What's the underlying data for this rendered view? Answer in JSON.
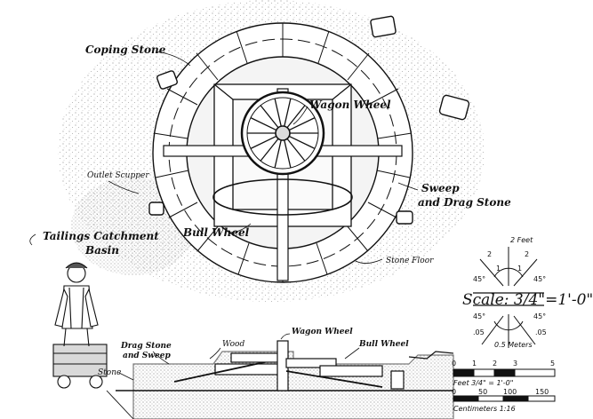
{
  "labels": {
    "coping_stone": "Coping Stone",
    "wagon_wheel": "Wagon Wheel",
    "outlet_scupper": "Outlet Scupper",
    "sweep_and_drag_stone_1": "Sweep",
    "sweep_and_drag_stone_2": "and Drag Stone",
    "tailings_1": "Tailings Catchment",
    "tailings_2": "Basin",
    "bull_wheel": "Bull Wheel",
    "stone_floor": "Stone Floor",
    "section_drag_1": "Drag Stone",
    "section_drag_2": "and Sweep",
    "section_wood": "Wood",
    "section_wagon_wheel": "Wagon Wheel",
    "section_bull_wheel": "Bull Wheel",
    "section_stone": "Stone"
  },
  "scale": {
    "title": "Scale: 3/4\"=1'-0\"",
    "feet_top": "2 Feet",
    "meters_bottom": "0.5 Meters",
    "tick_2_left": "2",
    "tick_2_right": "2",
    "tick_1_left": "1",
    "tick_1_right": "1",
    "deg_45_tl": "45°",
    "deg_45_tr": "45°",
    "deg_45_bl": "45°",
    "deg_45_br": "45°",
    "tick_05_left": ".05",
    "tick_05_right": ".05"
  },
  "ruler": {
    "feet_ticks": [
      "0",
      "1",
      "2",
      "3",
      "5"
    ],
    "feet_caption": "Feet 3/4\" = 1'-0\"",
    "cm_ticks": [
      "0",
      "50",
      "100",
      "150"
    ],
    "cm_caption": "Centimeters   1:16"
  }
}
